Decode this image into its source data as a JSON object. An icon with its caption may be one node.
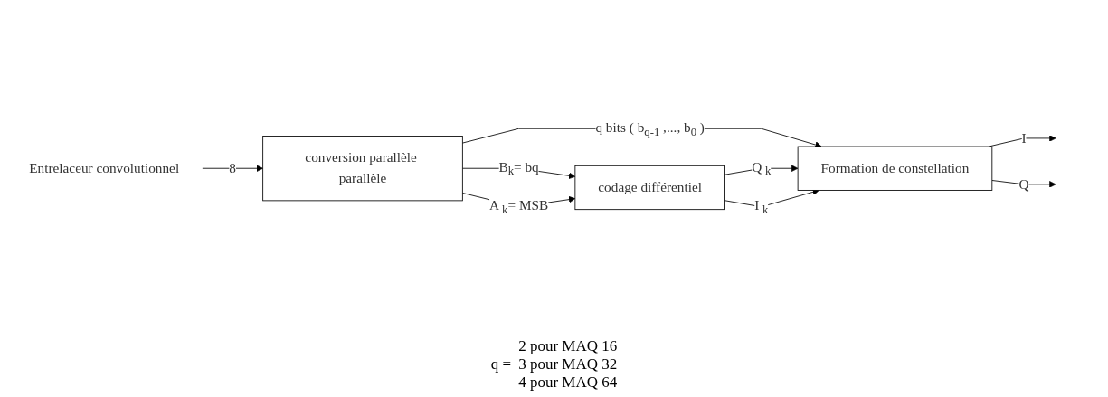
{
  "diagram": {
    "nodes": [
      {
        "text": [
          "Entrelaceur convolutionnel"
        ]
      },
      {
        "text": [
          "conversion parallèle parallèle"
        ]
      },
      {
        "text": [
          "codage différentiel"
        ]
      },
      {
        "text": [
          "Formation de constellation"
        ]
      }
    ],
    "edges": [
      {
        "from": 0,
        "to": 1,
        "arrow": "to",
        "label": "8"
      },
      {
        "from": 1,
        "to": 3,
        "arrow": "to",
        "label": "q bits ( b$_{q-1}$ ,..., b$_{0}$ )"
      },
      {
        "from": 1,
        "to": 2,
        "arrow": "to",
        "label": "B$_{k}$= bq"
      },
      {
        "from": 1,
        "to": 2,
        "arrow": "to",
        "label": "A $_{k}$= MSB"
      },
      {
        "from": 2,
        "to": 3,
        "arrow": "to",
        "label": "Q $_{k}$"
      },
      {
        "from": 2,
        "to": 3,
        "arrow": "to",
        "label": "I $_{k}$"
      },
      {
        "from": 3,
        "to": null,
        "arrow": "to",
        "label": "I"
      },
      {
        "from": 3,
        "to": null,
        "arrow": "to",
        "label": "Q"
      }
    ],
    "labels": [
      "q =",
      "2 pour MAQ 16",
      "3 pour MAQ 32",
      "4 pour MAQ 64"
    ]
  }
}
